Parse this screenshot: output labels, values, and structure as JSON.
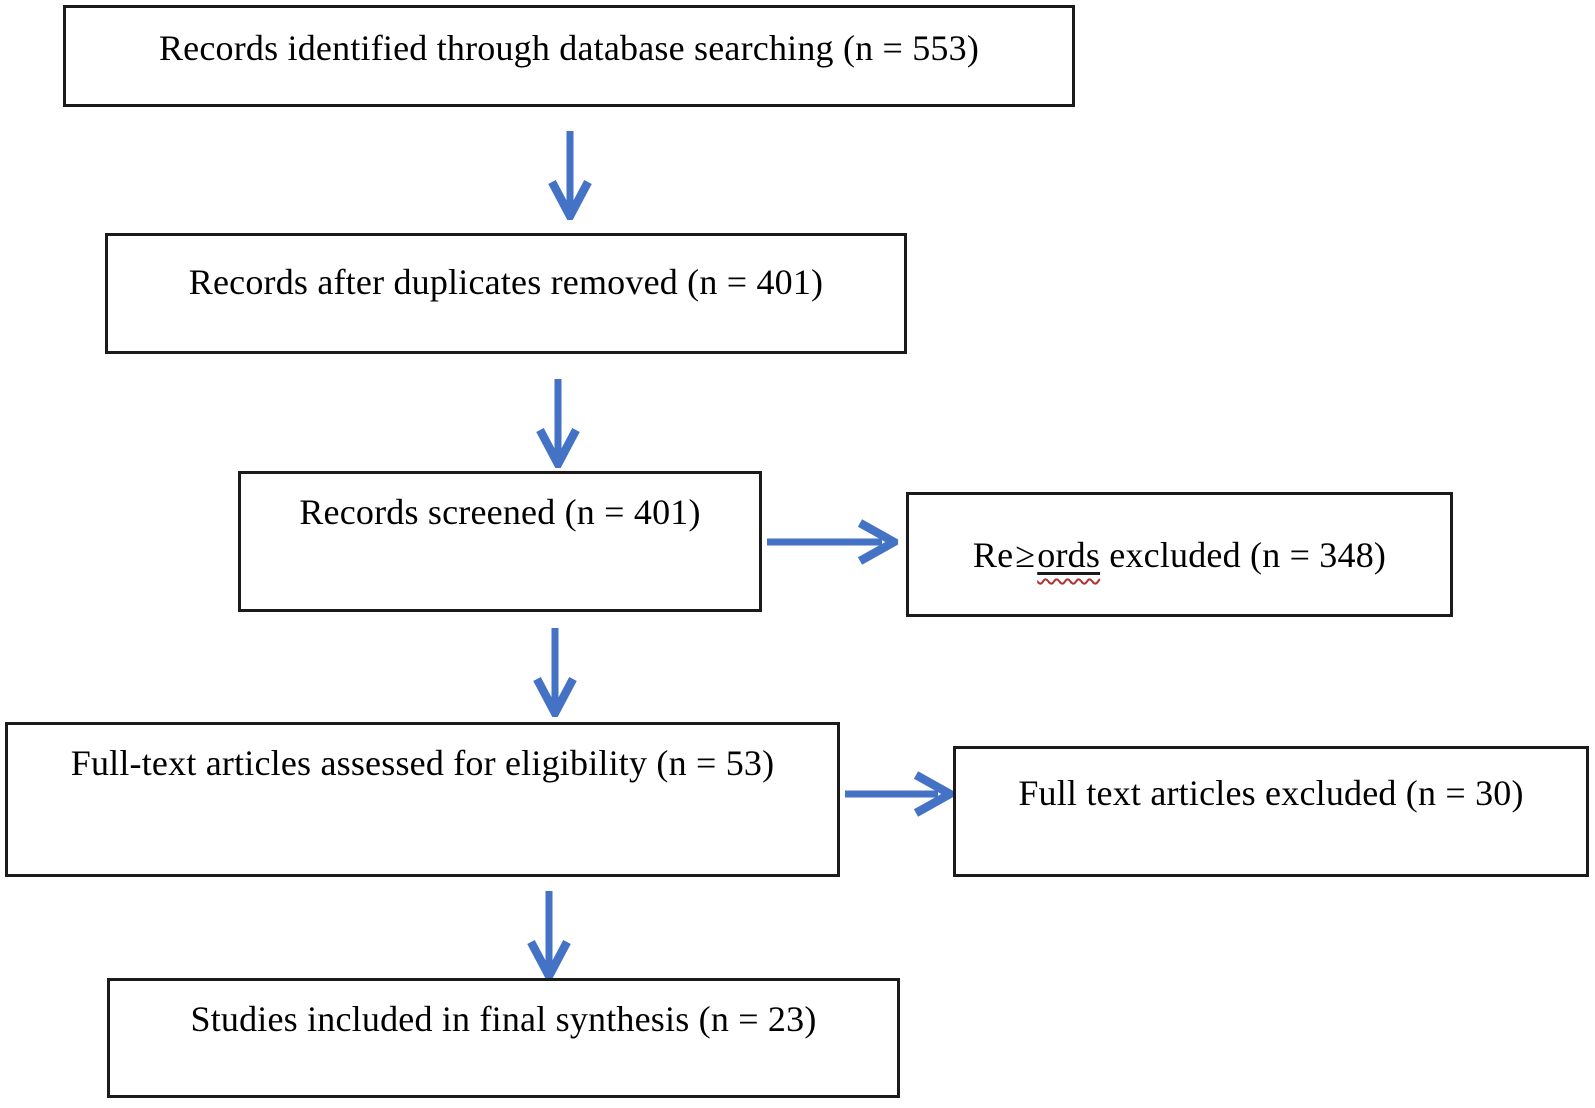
{
  "diagram": {
    "type": "prisma-flowchart",
    "colors": {
      "arrow": "#4472C4",
      "box_border": "#1b1b1b",
      "text": "#000000",
      "background": "#ffffff",
      "spellcheck_squiggle": "#b03232"
    },
    "boxes": {
      "identified": {
        "label": "Records identified through database searching (n = 553)"
      },
      "after_duplicates": {
        "label": "Records after duplicates removed (n = 401)"
      },
      "screened": {
        "label": "Records screened (n = 401)"
      },
      "records_excluded": {
        "prefix": "Re",
        "symbol": "≥",
        "underlined": "ords",
        "suffix": " excluded (n = 348)"
      },
      "fulltext_assessed": {
        "label": "Full-text articles assessed for eligibility (n = 53)"
      },
      "fulltext_excluded": {
        "label": "Full text articles excluded (n = 30)"
      },
      "included": {
        "label": "Studies included in final synthesis (n = 23)"
      }
    },
    "edges": [
      {
        "from": "identified",
        "to": "after_duplicates",
        "direction": "down"
      },
      {
        "from": "after_duplicates",
        "to": "screened",
        "direction": "down"
      },
      {
        "from": "screened",
        "to": "records_excluded",
        "direction": "right"
      },
      {
        "from": "screened",
        "to": "fulltext_assessed",
        "direction": "down"
      },
      {
        "from": "fulltext_assessed",
        "to": "fulltext_excluded",
        "direction": "right"
      },
      {
        "from": "fulltext_assessed",
        "to": "included",
        "direction": "down"
      }
    ]
  }
}
